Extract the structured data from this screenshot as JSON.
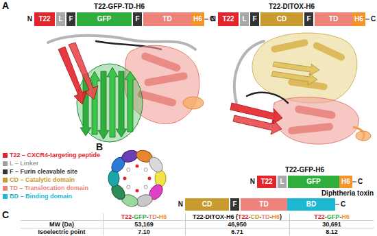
{
  "diagram": {
    "nodes": [
      {
        "text": [
          "T22"
        ]
      },
      {
        "text": [
          "L"
        ]
      },
      {
        "text": [
          "F"
        ]
      },
      {
        "text": [
          "GFP"
        ]
      },
      {
        "text": [
          "F"
        ]
      },
      {
        "text": [
          "TD"
        ]
      },
      {
        "text": [
          "H6"
        ]
      },
      {
        "text": [
          "T22"
        ]
      },
      {
        "text": [
          "L"
        ]
      },
      {
        "text": [
          "F"
        ]
      },
      {
        "text": [
          "CD"
        ]
      },
      {
        "text": [
          "F"
        ]
      },
      {
        "text": [
          "TD"
        ]
      },
      {
        "text": [
          "H6"
        ]
      },
      {
        "text": [
          "T22"
        ]
      },
      {
        "text": [
          "L"
        ]
      },
      {
        "text": [
          "GFP"
        ]
      },
      {
        "text": [
          "H6"
        ]
      },
      {
        "text": [
          "CD"
        ]
      },
      {
        "text": [
          "F"
        ]
      },
      {
        "text": [
          "TD"
        ]
      },
      {
        "text": [
          "BD"
        ]
      }
    ],
    "labels": [
      "A",
      "T22-GFP-TD-H6",
      "N",
      "C",
      "T22-DITOX-H6",
      "N",
      "C",
      "B",
      "T22-GFP-H6",
      "N",
      "C",
      "Diphtheria toxin",
      "N",
      "C",
      "C",
      "T22-GFP-TD-H6",
      "T22-DITOX-H6 (T22-CD-TD-H6)",
      "T22-GFP-H6",
      "MW (Da)",
      "53,169",
      "46,950",
      "30,691",
      "Isoelectric point",
      "7.10",
      "6.71",
      "8.12"
    ],
    "legend": [
      {
        "text": "T22 – CXCR4-targeting peptide",
        "color": "#e3242b"
      },
      {
        "text": "L – Linker",
        "color": "#a0a0a0"
      },
      {
        "text": "F – Furin cleavable site",
        "color": "#333333"
      },
      {
        "text": "CD – Catalytic domain",
        "color": "#c99a2e"
      },
      {
        "text": "TD – Translocation domain",
        "color": "#ee837c"
      },
      {
        "text": "BD – Binding domain",
        "color": "#1cb8d2"
      }
    ]
  }
}
